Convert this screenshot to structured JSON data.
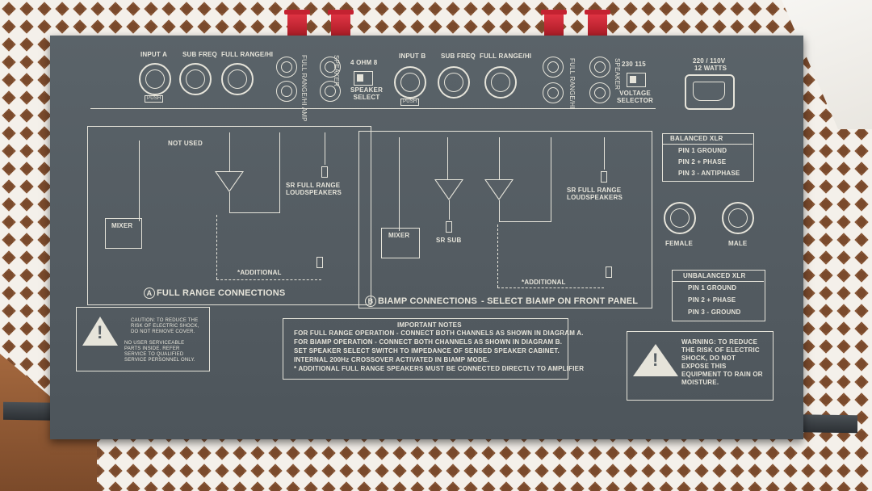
{
  "panel": {
    "top_labels": {
      "input_a": "INPUT A",
      "sub_freq_a": "SUB FREQ",
      "full_range_hi_a": "FULL RANGE/HI",
      "full_range_amp": "FULL RANGE/HI AMP",
      "speaker_a": "SPEAKER",
      "ohm": "4  OHM  8",
      "speaker_select": "SPEAKER\nSELECT",
      "input_b": "INPUT B",
      "sub_freq_b": "SUB FREQ",
      "full_range_hi_b": "FULL RANGE/HI",
      "full_range_b": "FULL RANGE/HI",
      "speaker_b": "SPEAKER",
      "voltage_values": "230     115",
      "voltage_selector": "VOLTAGE\nSELECTOR",
      "power": "220 / 110V",
      "watts": "12 WATTS",
      "push_a": "PUSH",
      "push_b": "PUSH"
    },
    "diagram_a": {
      "not_used": "NOT USED",
      "amp": "AMP",
      "sr_full_range": "SR FULL RANGE",
      "loudspeakers": "LOUDSPEAKERS",
      "mixer": "MIXER",
      "additional": "*ADDITIONAL",
      "letter": "A",
      "title": "FULL RANGE CONNECTIONS"
    },
    "diagram_b": {
      "amp1": "AMP",
      "amp2": "AMP",
      "sr_full_range": "SR FULL RANGE",
      "loudspeakers": "LOUDSPEAKERS",
      "mixer": "MIXER",
      "sr_sub": "SR SUB",
      "additional": "*ADDITIONAL",
      "letter": "B",
      "title": "BIAMP CONNECTIONS",
      "subtitle": "- SELECT BIAMP ON FRONT PANEL"
    },
    "balanced": {
      "title": "BALANCED XLR",
      "pin1": "PIN 1 GROUND",
      "pin2": "PIN 2 + PHASE",
      "pin3": "PIN 3 - ANTIPHASE"
    },
    "connectors": {
      "female": "FEMALE",
      "male": "MALE"
    },
    "unbalanced": {
      "title": "UNBALANCED XLR",
      "pin1": "PIN 1 GROUND",
      "pin2": "PIN 2 + PHASE",
      "pin3": "PIN 3 - GROUND"
    },
    "caution": {
      "line1": "CAUTION: TO REDUCE THE",
      "line2": "RISK OF ELECTRIC SHOCK,",
      "line3": "DO NOT REMOVE COVER.",
      "line4": "NO USER SERVICEABLE",
      "line5": "PARTS INSIDE. REFER",
      "line6": "SERVICE TO QUALIFIED",
      "line7": "SERVICE PERSONNEL ONLY."
    },
    "notes": {
      "title": "IMPORTANT NOTES",
      "line1": "FOR FULL RANGE OPERATION - CONNECT BOTH CHANNELS AS SHOWN IN DIAGRAM A.",
      "line2": "FOR BIAMP OPERATION - CONNECT BOTH CHANNELS AS SHOWN IN DIAGRAM B.",
      "line3": "SET SPEAKER SELECT SWITCH TO IMPEDANCE OF SENSED SPEAKER CABINET.",
      "line4": "INTERNAL 200Hz CROSSOVER ACTIVATED IN BIAMP MODE.",
      "line5": "* ADDITIONAL FULL RANGE SPEAKERS MUST BE CONNECTED DIRECTLY TO AMPLIFIER"
    },
    "warning": {
      "line1": "WARNING: TO REDUCE",
      "line2": "THE RISK OF ELECTRIC",
      "line3": "SHOCK, DO NOT",
      "line4": "EXPOSE THIS",
      "line5": "EQUIPMENT TO RAIN OR",
      "line6": "MOISTURE."
    }
  }
}
